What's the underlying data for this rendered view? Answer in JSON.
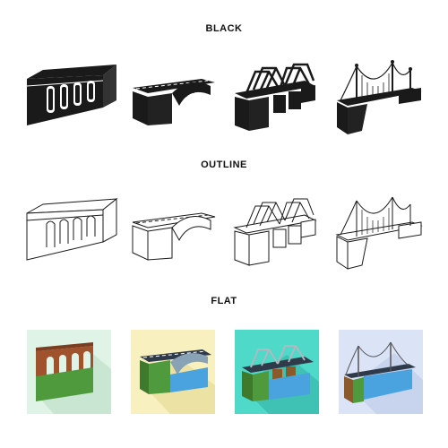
{
  "sections": {
    "black": {
      "title": "BLACK"
    },
    "outline": {
      "title": "OUTLINE"
    },
    "flat": {
      "title": "FLAT"
    }
  },
  "icons": {
    "black": [
      "aqueduct-bridge-icon",
      "arch-bridge-icon",
      "truss-bridge-icon",
      "suspension-bridge-icon"
    ],
    "outline": [
      "aqueduct-bridge-icon",
      "arch-bridge-icon",
      "truss-bridge-icon",
      "suspension-bridge-icon"
    ],
    "flat": [
      "aqueduct-bridge-icon",
      "arch-bridge-icon",
      "truss-bridge-icon",
      "suspension-bridge-icon"
    ]
  },
  "colors": {
    "black_fill": "#1a1a1a",
    "flat_bg_aqueduct": "#dff3e6",
    "flat_bg_arch": "#f8f1bf",
    "flat_bg_truss": "#4ed9c9",
    "flat_bg_suspension": "#dbe4f7",
    "flat_water": "#4aa3df",
    "flat_grass": "#4f9a3c",
    "flat_earth": "#8a5a2b",
    "flat_brick": "#a0522d"
  }
}
